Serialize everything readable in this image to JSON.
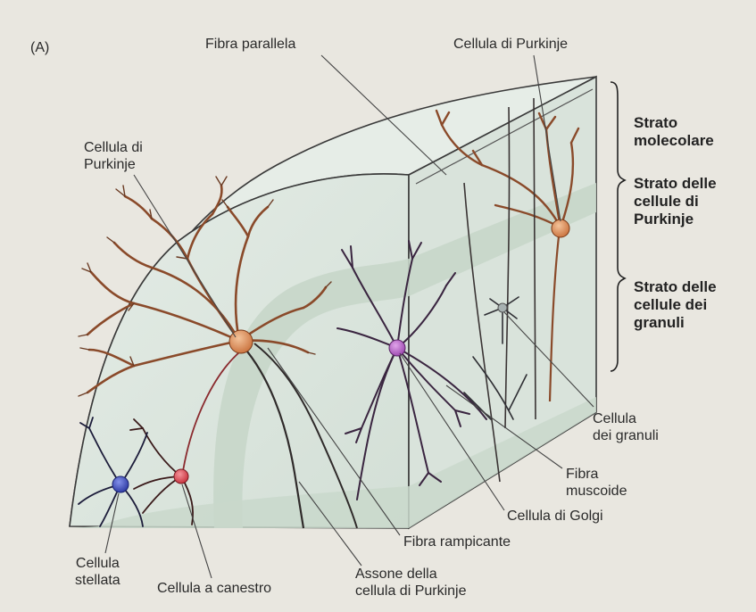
{
  "panel_label": "(A)",
  "labels": {
    "fibra_parallela": "Fibra parallela",
    "purkinje_top": "Cellula di Purkinje",
    "purkinje_left": [
      "Cellula di",
      "Purkinje"
    ],
    "cellula_granuli": [
      "Cellula",
      "dei granuli"
    ],
    "fibra_muscoide": [
      "Fibra",
      "muscoide"
    ],
    "cellula_golgi": "Cellula di Golgi",
    "fibra_rampicante": "Fibra rampicante",
    "assone_purkinje": [
      "Assone della",
      "cellula di Purkinje"
    ],
    "cellula_stellata": [
      "Cellula",
      "stellata"
    ],
    "cellula_canestro": "Cellula a canestro"
  },
  "layers": {
    "molecolare": [
      "Strato",
      "molecolare"
    ],
    "purkinje": [
      "Strato delle",
      "cellule di",
      "Purkinje"
    ],
    "granuli": [
      "Strato delle",
      "cellule dei",
      "granuli"
    ]
  },
  "colors": {
    "purkinje": "#d98a55",
    "golgi": "#b35fc4",
    "basket": "#d8434d",
    "stellate": "#3b49b5",
    "granule": "#9aa6a6",
    "dendrite_brown": "#8a4a2a",
    "axon": "#2f2a2a",
    "tissue": "#dfe8e1",
    "white_matter": "#cbd8cd"
  }
}
